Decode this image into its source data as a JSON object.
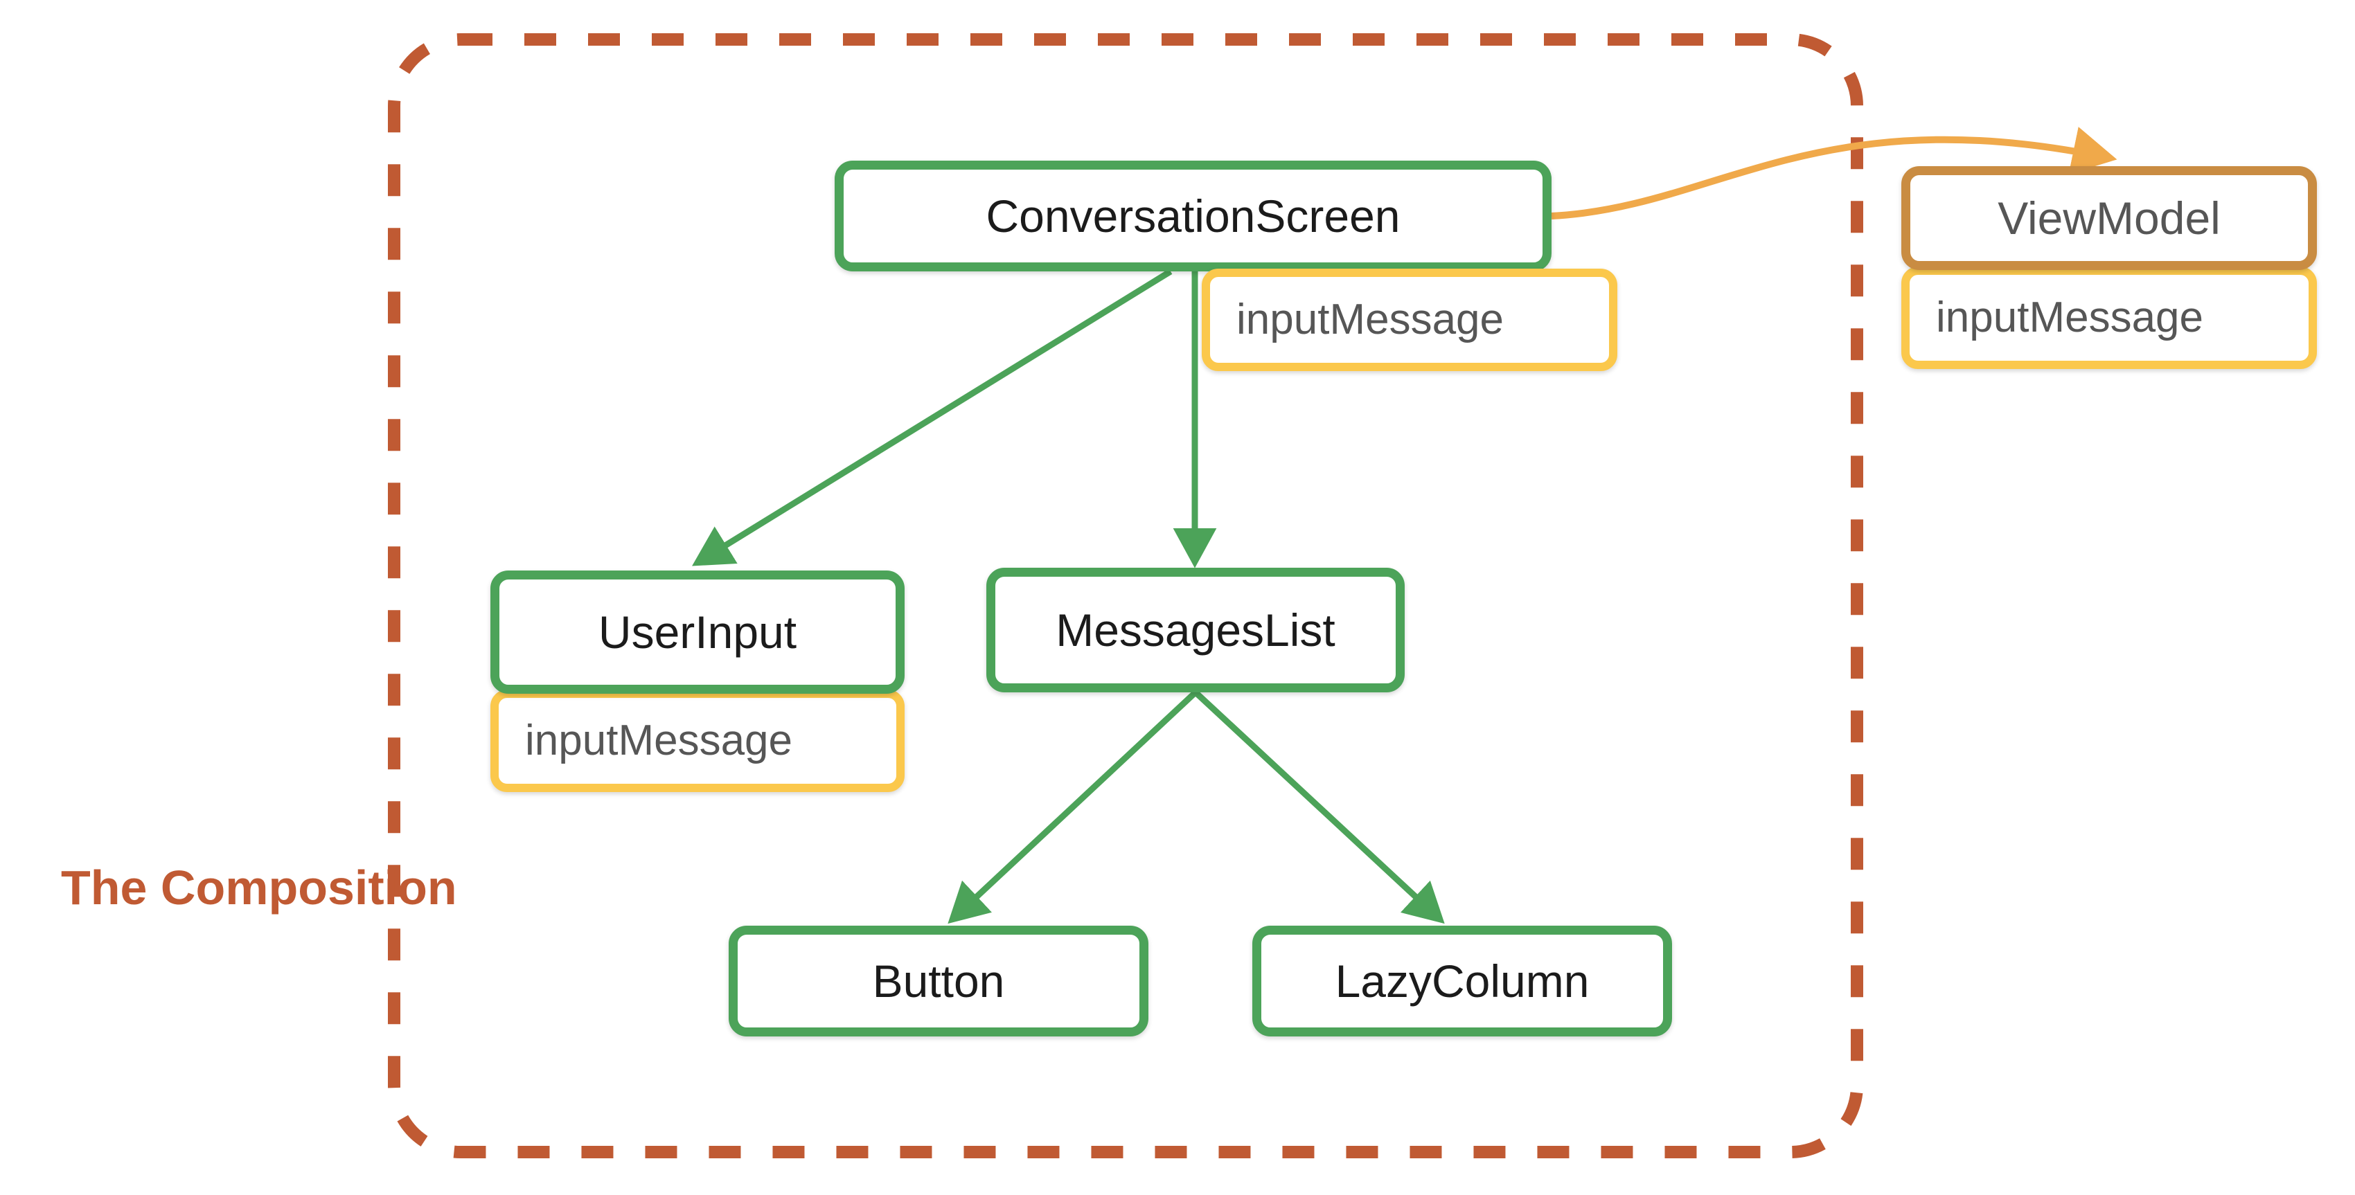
{
  "diagram": {
    "title": "The Composition",
    "caption": "The Composition",
    "background": "#ffffff",
    "colors": {
      "composable_border": "#4CA359",
      "state_border": "#FBC84C",
      "viewmodel_border": "#C98C42",
      "boundary_dashed": "#C05A33",
      "connector_green": "#4CA359",
      "connector_orange": "#F0A94A",
      "label_dark": "#1b1b1b",
      "label_gray": "#565656",
      "caption_color": "#C05A33"
    },
    "boundary": {
      "label": "The Composition",
      "style": "dashed",
      "color": "#C05A33"
    },
    "nodes": {
      "conversation_screen": {
        "label": "ConversationScreen",
        "kind": "composable"
      },
      "conversation_screen_state": {
        "label": "inputMessage",
        "kind": "state"
      },
      "view_model": {
        "label": "ViewModel",
        "kind": "viewmodel"
      },
      "view_model_state": {
        "label": "inputMessage",
        "kind": "state"
      },
      "user_input": {
        "label": "UserInput",
        "kind": "composable"
      },
      "user_input_state": {
        "label": "inputMessage",
        "kind": "state"
      },
      "messages_list": {
        "label": "MessagesList",
        "kind": "composable"
      },
      "button": {
        "label": "Button",
        "kind": "composable"
      },
      "lazy_column": {
        "label": "LazyColumn",
        "kind": "composable"
      }
    },
    "edges": [
      {
        "from": "conversation_screen",
        "to": "user_input",
        "color": "#4CA359"
      },
      {
        "from": "conversation_screen",
        "to": "messages_list",
        "color": "#4CA359"
      },
      {
        "from": "conversation_screen",
        "to": "view_model",
        "color": "#F0A94A"
      },
      {
        "from": "messages_list",
        "to": "button",
        "color": "#4CA359"
      },
      {
        "from": "messages_list",
        "to": "lazy_column",
        "color": "#4CA359"
      }
    ]
  }
}
